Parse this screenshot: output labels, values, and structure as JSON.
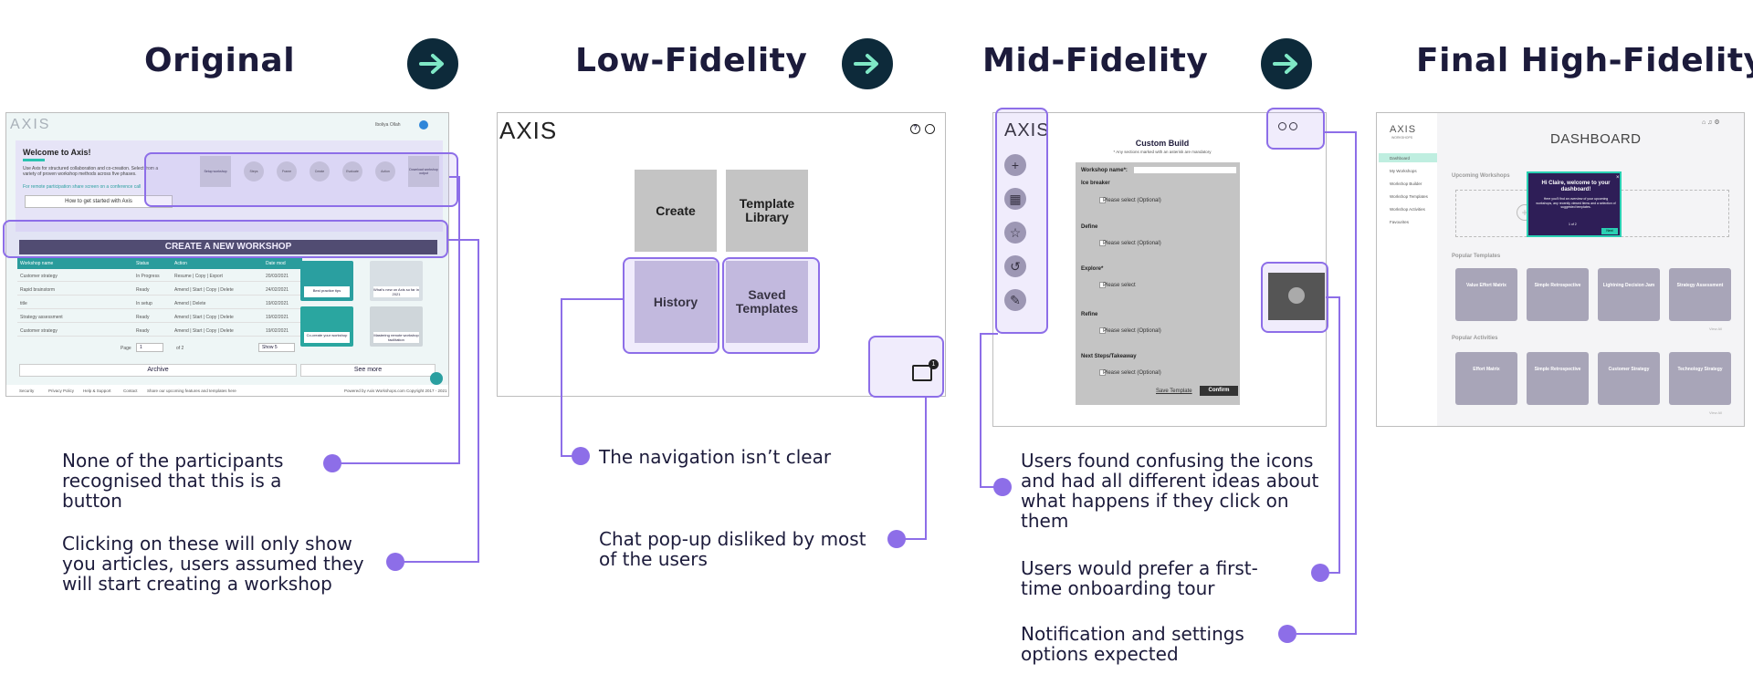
{
  "headings": {
    "original": "Original",
    "low_fidelity": "Low-Fidelity",
    "mid_fidelity": "Mid-Fidelity",
    "final_high_fidelity": "Final High-Fidelity"
  },
  "colors": {
    "accent": "#8d6ee8",
    "arrow_bg": "#0d2a3a",
    "arrow_fg": "#7fe8c6",
    "title": "#1c1b3b"
  },
  "original": {
    "logo": "AXIS",
    "user": "Iboliya Ollah",
    "welcome_title": "Welcome to Axis!",
    "welcome_text": "Use Axis for structured collaboration and co-creation. Select from a variety of proven workshop methods across five phases.",
    "remote_text": "For remote participation share screen on a conference call",
    "get_started": "How to get started with Axis",
    "steps": [
      "Setup workshop",
      "Steps",
      "Frame",
      "Create",
      "Evaluate",
      "Action",
      "Download workshop output"
    ],
    "create_button": "CREATE A NEW WORKSHOP",
    "table_headers": [
      "Workshop name",
      "Status",
      "Action",
      "Date mod"
    ],
    "table_rows": [
      [
        "Customer strategy",
        "In Progress",
        "Resume | Copy | Export",
        "20/03/2021"
      ],
      [
        "Rapid brainstorm",
        "Ready",
        "Amend | Start | Copy | Delete",
        "24/02/2021"
      ],
      [
        "title",
        "In setup",
        "Amend | Delete",
        "19/02/2021"
      ],
      [
        "Strategy assessment",
        "Ready",
        "Amend | Start | Copy | Delete",
        "19/02/2021"
      ],
      [
        "Customer strategy",
        "Ready",
        "Amend | Start | Copy | Delete",
        "19/02/2021"
      ]
    ],
    "articles": [
      "Best practice tips",
      "What's new on Axis so far in 2021",
      "Co-create your workshop",
      "Mastering remote workshop facilitation"
    ],
    "page_label": "Page",
    "page_value": "1",
    "page_of": "of 2",
    "show_label": "Show 5",
    "archive": "Archive",
    "see_more": "See more",
    "footer": [
      "Security",
      "Privacy Policy",
      "Help & Support",
      "Contact",
      "Share our upcoming features and templates here"
    ],
    "footer_right": "Powered by Axis Workshops.com Copyright 2017 - 2021"
  },
  "low_fi": {
    "logo": "AXIS",
    "tiles": [
      "Create",
      "Template Library",
      "History",
      "Saved Templates"
    ],
    "chat_badge": "1"
  },
  "mid_fi": {
    "logo": "AXIS",
    "form_title": "Custom Build",
    "form_subtitle": "* Any sections marked with an asterisk are mandatory",
    "workshop_name_label": "Workshop name*:",
    "sections": [
      {
        "label": "Ice breaker",
        "select": "Please select (Optional)"
      },
      {
        "label": "Define",
        "select": "Please select (Optional)"
      },
      {
        "label": "Explore*",
        "select": "Please select"
      },
      {
        "label": "Refine",
        "select": "Please select (Optional)"
      },
      {
        "label": "Next Steps/Takeaway",
        "select": "Please select (Optional)"
      }
    ],
    "save_template": "Save Template",
    "confirm": "Confirm"
  },
  "hi_fi": {
    "logo": "AXIS",
    "logo_sub": "WORKSHOPS",
    "page_title": "DASHBOARD",
    "nav": [
      "Dashboard",
      "My Workshops",
      "Workshop Builder",
      "Workshop Templates",
      "Workshop Activities",
      "Favourites"
    ],
    "upcoming": "Upcoming Workshops",
    "popup_title": "Hi Claire, welcome to your dashboard!",
    "popup_text": "Here you'll find an overview of your upcoming workshops, any recently viewed items and a selection of suggested templates.",
    "popup_page": "1 of 2",
    "popup_next": "Next",
    "popular_templates": "Popular Templates",
    "templates": [
      "Value Effort Matrix",
      "Simple Retrospective",
      "Lightning Decision Jam",
      "Strategy Assessment"
    ],
    "popular_activities": "Popular Activities",
    "activities": [
      "Effort Matrix",
      "Simple Retrospective",
      "Customer Strategy",
      "Technology Strategy"
    ],
    "view_all": "View All"
  },
  "notes": {
    "orig_button": "None of the participants recognised that this is a button",
    "orig_articles": "Clicking on these will only show you articles, users assumed they will start creating a workshop",
    "lofi_nav": "The navigation isn’t clear",
    "lofi_chat": "Chat pop-up disliked by most of the users",
    "mid_icons": "Users found confusing the icons and had all different ideas about what happens if they click on them",
    "mid_tour": "Users would prefer a first-time onboarding tour",
    "mid_notif": "Notification and settings options expected"
  }
}
